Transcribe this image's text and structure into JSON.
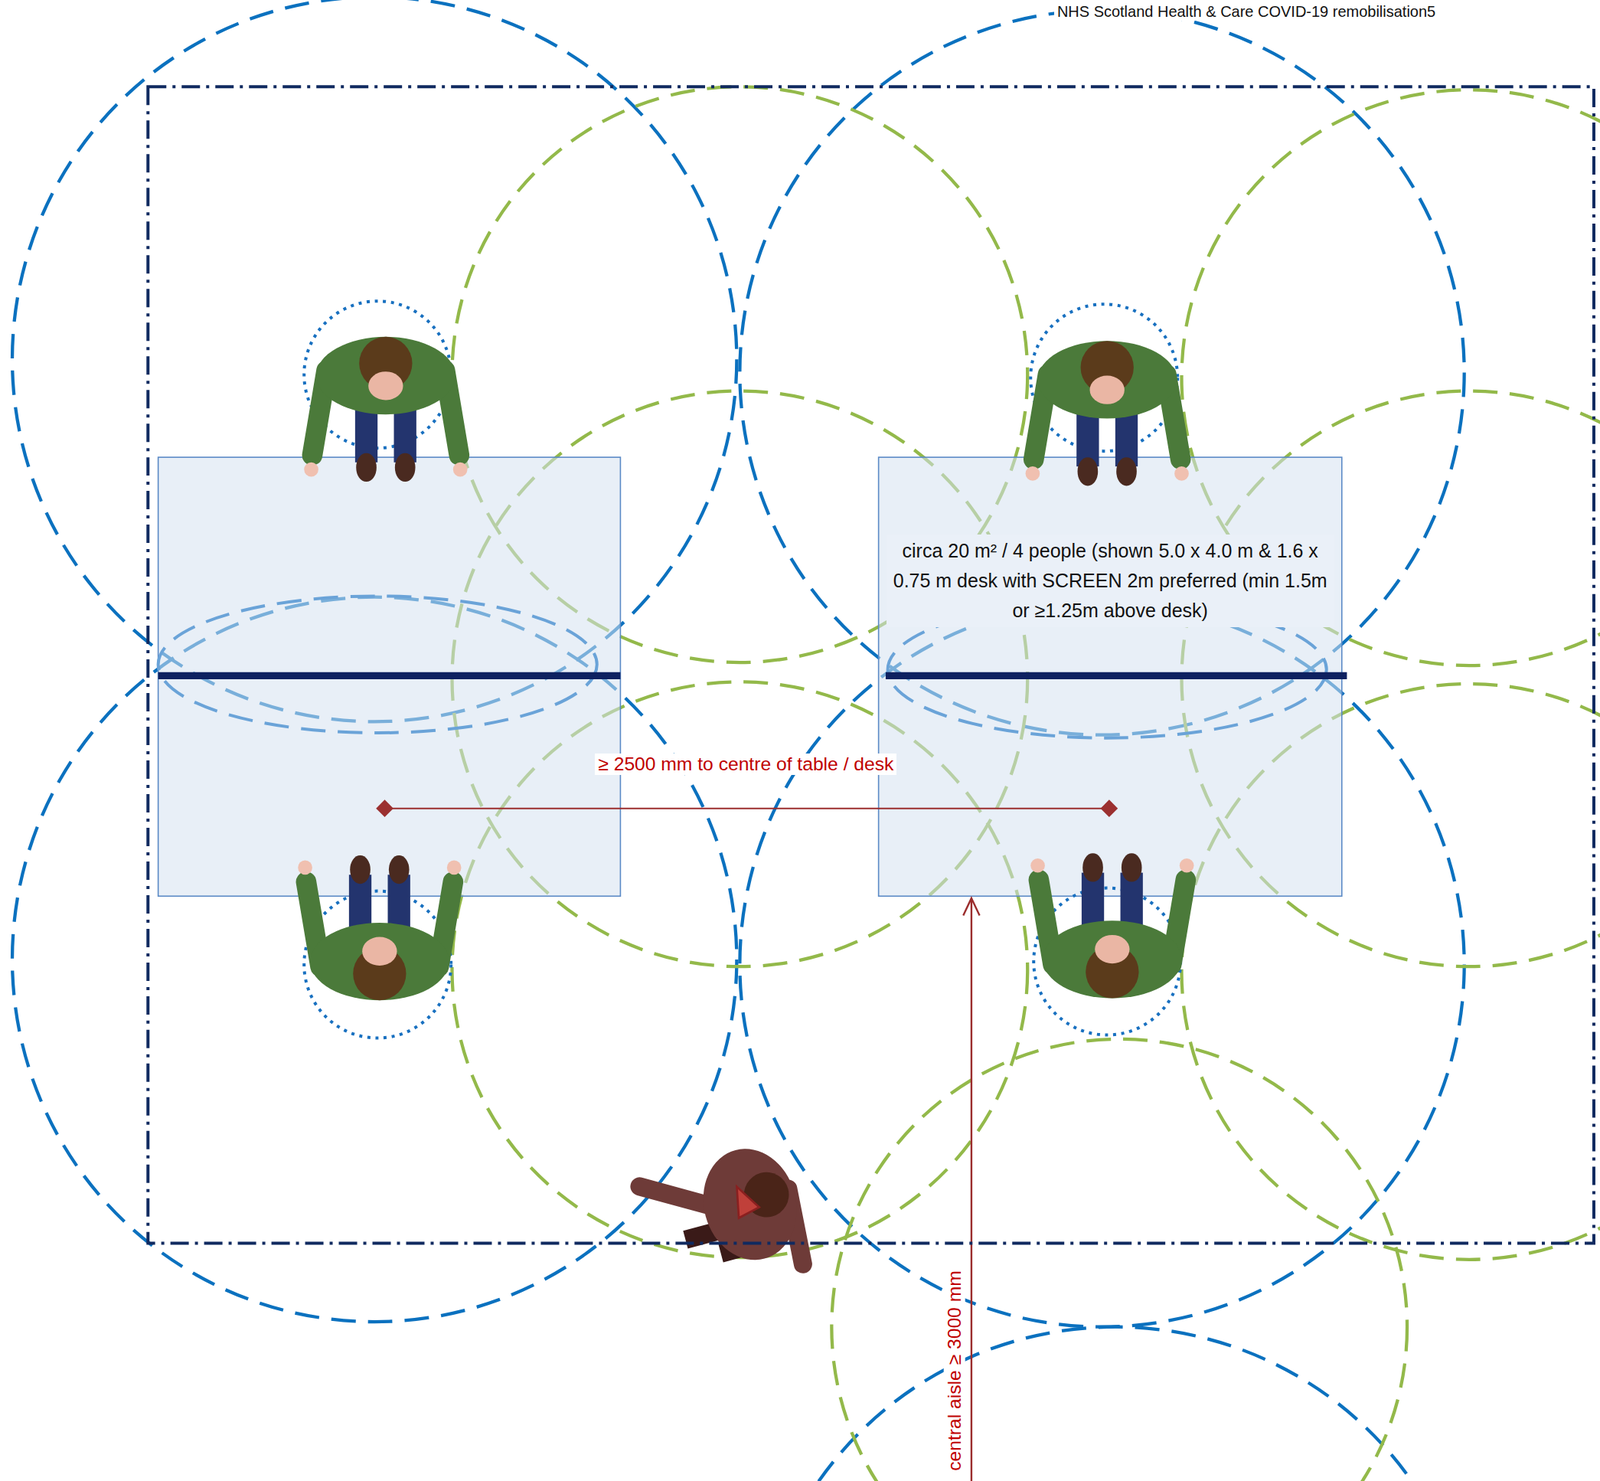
{
  "diagram": {
    "nodes": [
      {
        "text": [
          "circa 20 m² / 4 people (shown 5.0 x 4.0 m & 1.6 x 0.75 m desk with SCREEN 2m preferred (min 1.5m or ≥1.25m above desk)"
        ]
      }
    ],
    "labels": [
      "NHS Scotland Health & Care COVID-19 remobilisation5",
      "≥ 2500 mm to centre of table / desk",
      "central aisle ≥ 3000 mm"
    ]
  }
}
